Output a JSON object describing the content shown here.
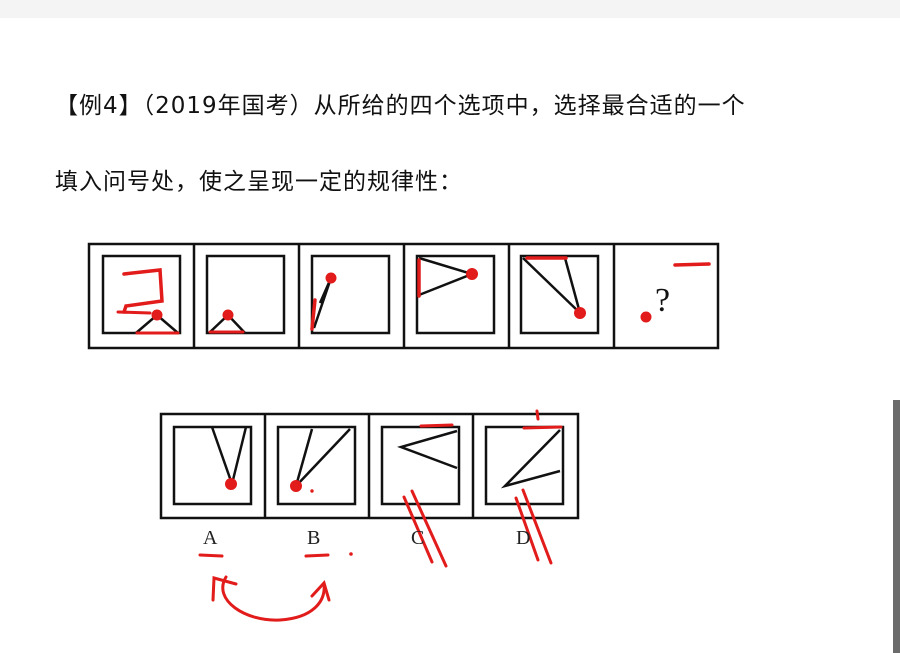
{
  "question": {
    "line1": "【例4】（2019年国考）从所给的四个选项中，选择最合适的一个",
    "line2": "填入问号处，使之呈现一定的规律性："
  },
  "sequence": {
    "unknown_mark": "?"
  },
  "options": {
    "labels": [
      "A",
      "B",
      "C",
      "D"
    ]
  },
  "colors": {
    "annotation": "#e21b1b",
    "line": "#111111"
  }
}
